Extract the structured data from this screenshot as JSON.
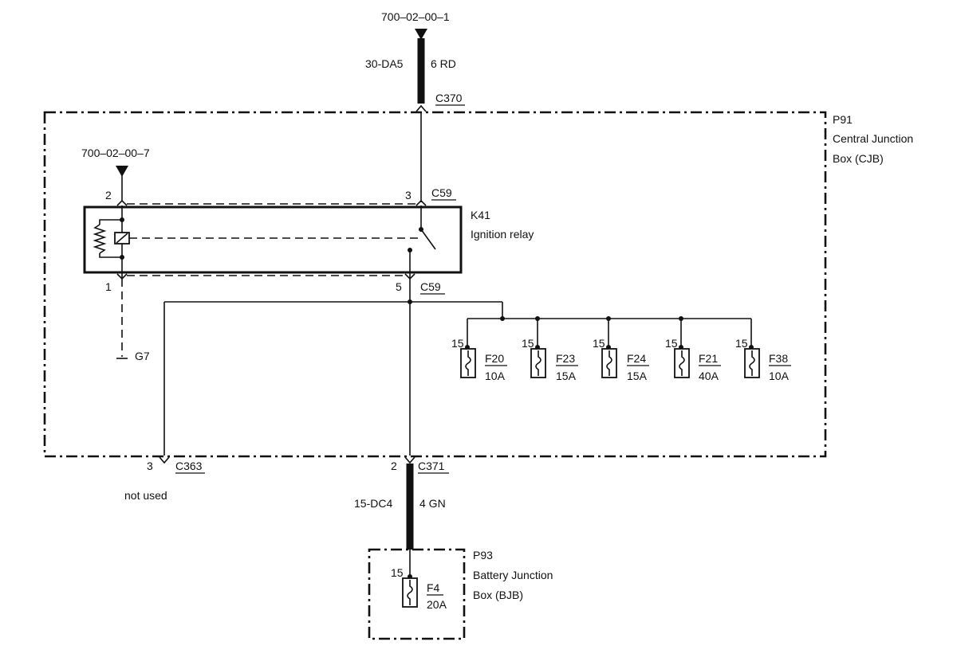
{
  "top_connector": {
    "ref": "700–02–00–1",
    "circuit": "30-DA5",
    "wire": "6 RD",
    "connector": "C370"
  },
  "cjb": {
    "id": "P91",
    "name_line1": "Central Junction",
    "name_line2": "Box (CJB)"
  },
  "relay": {
    "ref": "700–02–00–7",
    "id": "K41",
    "name": "Ignition relay",
    "pin_coil_top": "2",
    "pin_coil_bottom": "1",
    "pin_switch_top": "3",
    "pin_switch_bottom": "5",
    "connector_top": "C59",
    "connector_bottom": "C59",
    "ground": "G7"
  },
  "fuses": [
    {
      "pin": "15",
      "id": "F20",
      "rating": "10A"
    },
    {
      "pin": "15",
      "id": "F23",
      "rating": "15A"
    },
    {
      "pin": "15",
      "id": "F24",
      "rating": "15A"
    },
    {
      "pin": "15",
      "id": "F21",
      "rating": "40A"
    },
    {
      "pin": "15",
      "id": "F38",
      "rating": "10A"
    }
  ],
  "unused_connector": {
    "pin": "3",
    "connector": "C363",
    "note": "not used"
  },
  "bottom_connector": {
    "pin": "2",
    "connector": "C371",
    "circuit": "15-DC4",
    "wire": "4 GN"
  },
  "bjb": {
    "id": "P93",
    "name_line1": "Battery Junction",
    "name_line2": "Box (BJB)",
    "fuse_pin": "15",
    "fuse_id": "F4",
    "fuse_rating": "20A"
  }
}
